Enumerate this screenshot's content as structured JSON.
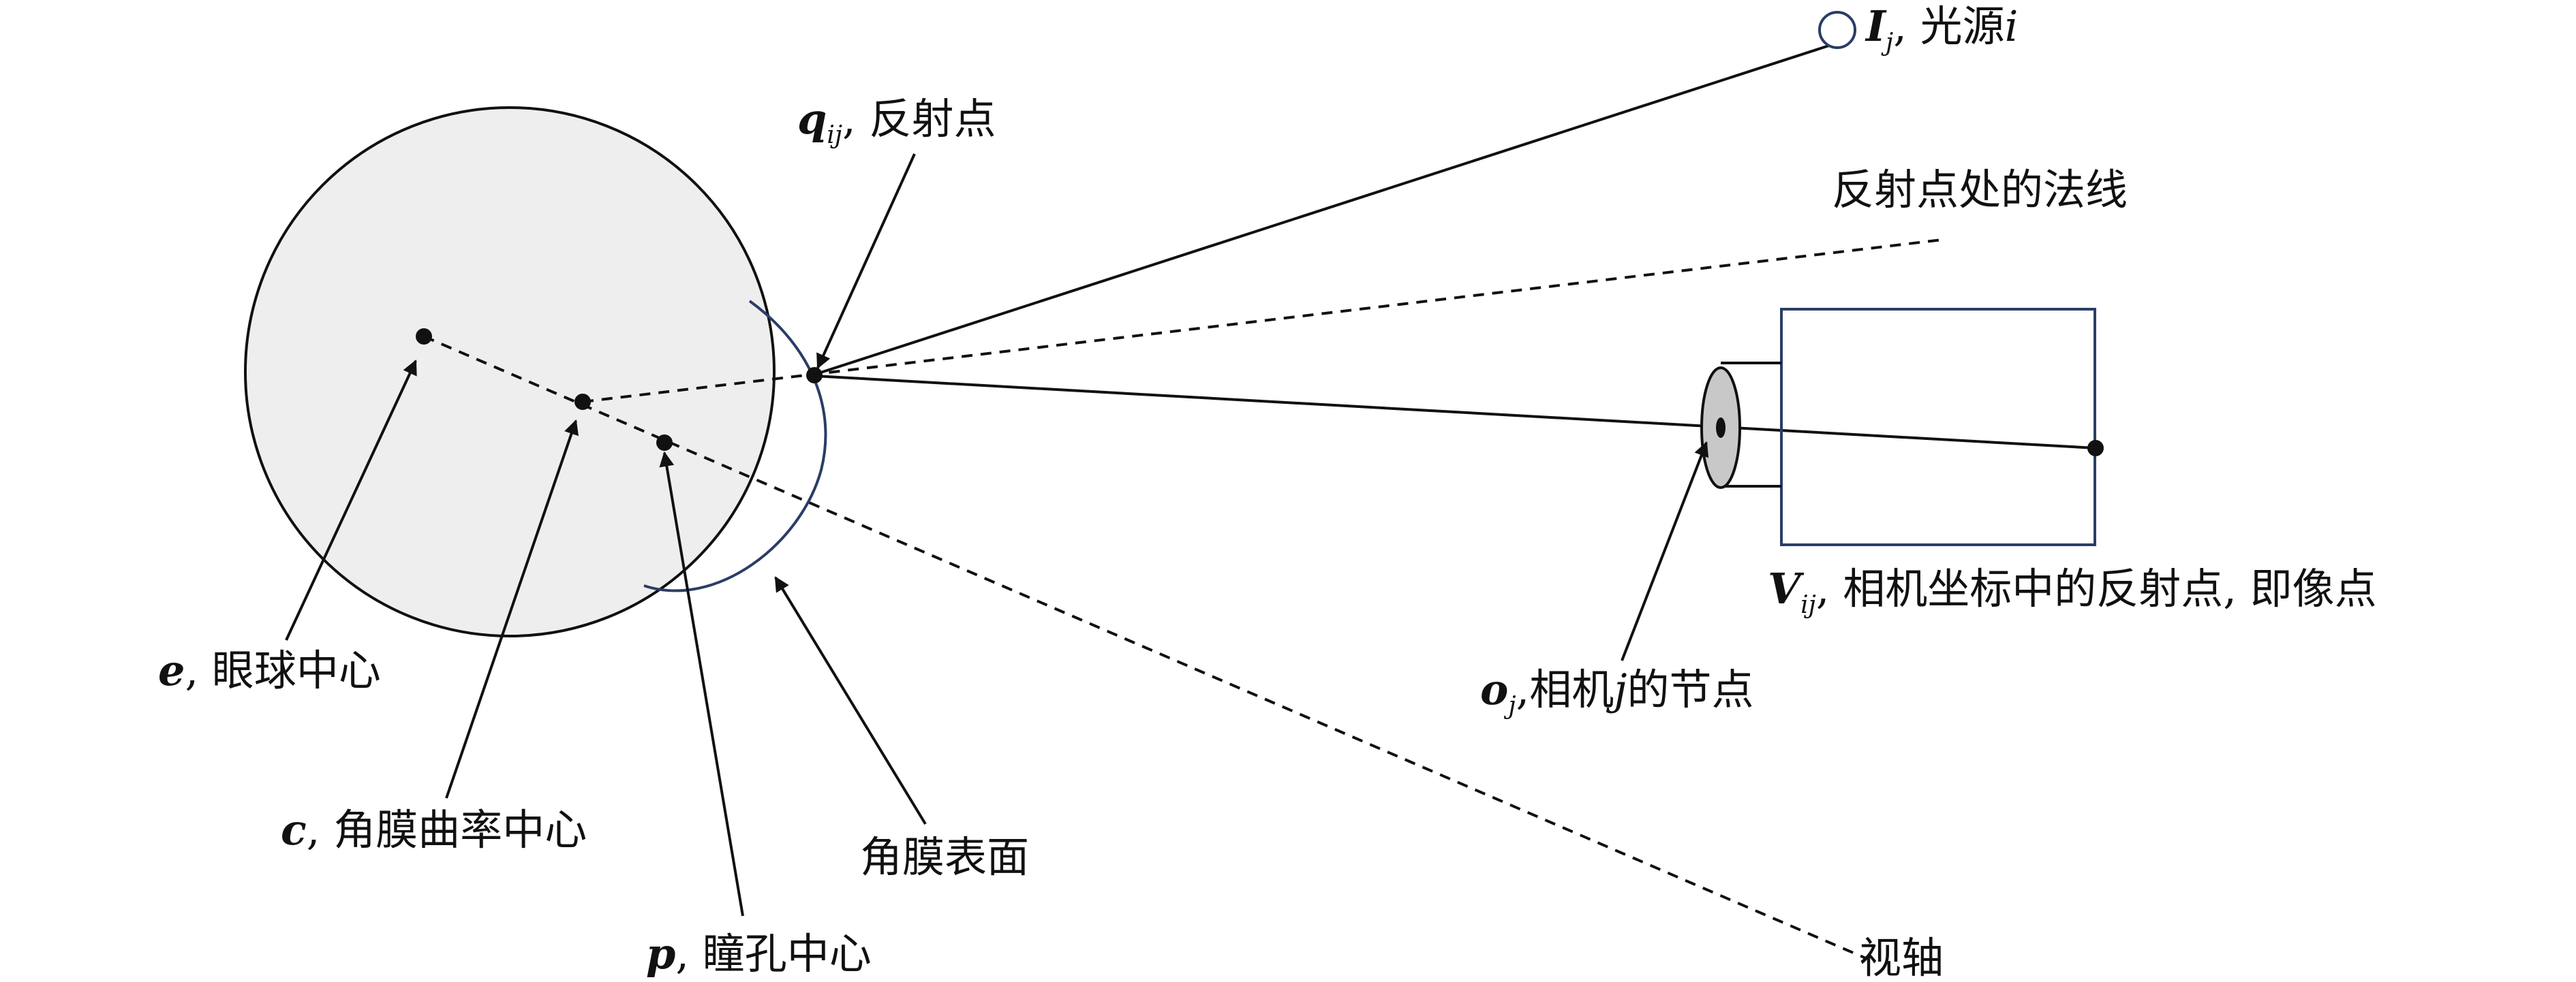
{
  "labels": {
    "light_source": {
      "symbol": "I",
      "subscript": "j",
      "text": "光源",
      "var": "i"
    },
    "reflection_point": {
      "symbol": "q",
      "subscript": "ij",
      "text": "反射点"
    },
    "normal": {
      "text": "反射点处的法线"
    },
    "image_point": {
      "symbol": "V",
      "subscript": "ij",
      "text": "相机坐标中的反射点, 即像点"
    },
    "node_point": {
      "symbol": "o",
      "subscript": "j",
      "text_before": "相机",
      "var": "j",
      "text_after": "的节点"
    },
    "eyeball_center": {
      "symbol": "e",
      "text": "眼球中心"
    },
    "cornea_center": {
      "symbol": "c",
      "text": "角膜曲率中心"
    },
    "pupil_center": {
      "symbol": "p",
      "text": "瞳孔中心"
    },
    "cornea_surface": {
      "text": "角膜表面"
    },
    "visual_axis": {
      "text": "视轴"
    }
  },
  "colors": {
    "line": "#111111",
    "eyeball_fill": "#eeeeee",
    "cornea_stroke": "#2a3d66",
    "lens_fill": "#c8c8c8",
    "camera_stroke": "#2a3d66",
    "light_stroke": "#2a3d66"
  }
}
